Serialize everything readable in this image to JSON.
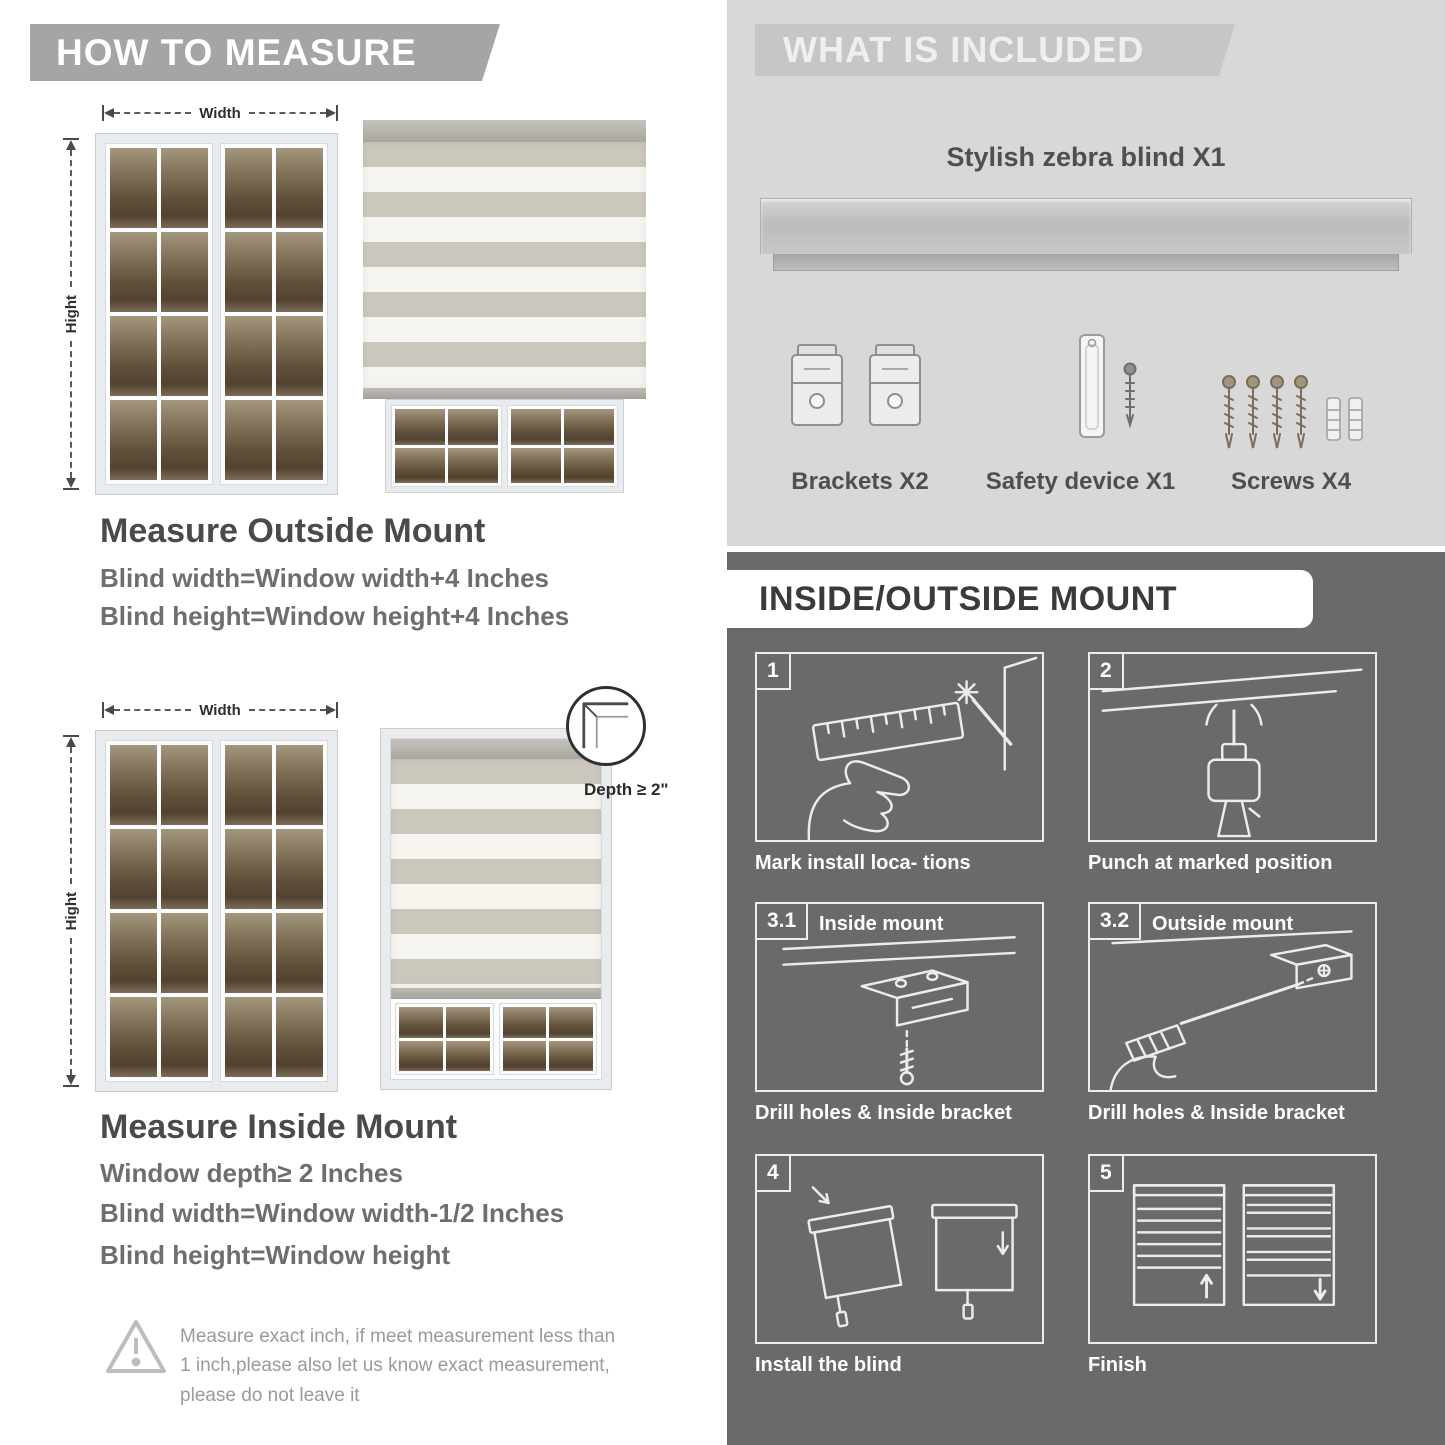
{
  "colors": {
    "left_header_bg": "#a5a5a5",
    "included_bg": "#d8d8d8",
    "included_header_bg": "#c6c6c6",
    "mount_bg": "#6a6a6a",
    "heading_text": "#4a4a4a",
    "formula_text": "#6e6e6e",
    "caption_text": "#ffffff"
  },
  "left": {
    "header": "HOW TO MEASURE",
    "width_label": "Width",
    "height_label": "Hight",
    "outside": {
      "heading": "Measure Outside Mount",
      "lines": [
        "Blind width=Window width+4 Inches",
        "Blind height=Window height+4 Inches"
      ]
    },
    "inside": {
      "heading": "Measure Inside Mount",
      "depth_callout": "Depth ≥ 2\"",
      "lines": [
        "Window depth≥ 2 Inches",
        "Blind width=Window width-1/2 Inches",
        "Blind height=Window height"
      ]
    },
    "warning_text": "Measure exact inch, if meet measurement less than 1 inch,please also let us know exact measurement, please do not leave it"
  },
  "right": {
    "included": {
      "header": "WHAT IS INCLUDED",
      "blind_label": "Stylish zebra blind X1",
      "items": [
        {
          "label": "Brackets X2",
          "icon": "brackets-icon"
        },
        {
          "label": "Safety device X1",
          "icon": "safety-device-icon"
        },
        {
          "label": "Screws X4",
          "icon": "screws-icon"
        }
      ]
    },
    "mount": {
      "header": "INSIDE/OUTSIDE MOUNT",
      "steps": [
        {
          "num": "1",
          "title": "",
          "caption": "Mark install loca- tions"
        },
        {
          "num": "2",
          "title": "",
          "caption": "Punch at  marked position"
        },
        {
          "num": "3.1",
          "title": "Inside mount",
          "caption": "Drill holes &  Inside bracket"
        },
        {
          "num": "3.2",
          "title": "Outside mount",
          "caption": "Drill holes &  Inside bracket"
        },
        {
          "num": "4",
          "title": "",
          "caption": "Install the blind"
        },
        {
          "num": "5",
          "title": "",
          "caption": "Finish"
        }
      ]
    }
  }
}
